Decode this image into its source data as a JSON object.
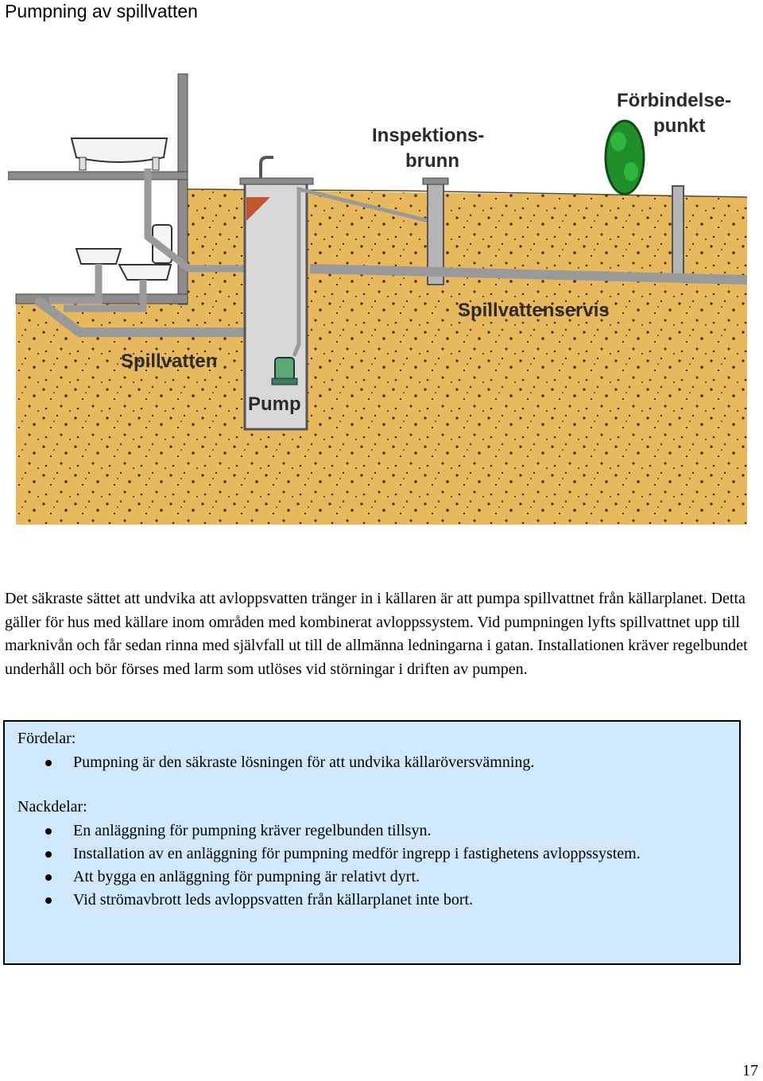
{
  "page_title": "Pumpning av spillvatten",
  "figure": {
    "labels": {
      "inspection_line1": "Inspektions-",
      "inspection_line2": "brunn",
      "connection_line1": "Förbindelse-",
      "connection_line2": "punkt",
      "service": "Spillvattenservis",
      "wastewater": "Spillvatten",
      "pump": "Pump"
    },
    "colors": {
      "soil": "#e8b85c",
      "pipe": "#9a9a9a",
      "wall": "#8c8c8c",
      "shrub": "#1f8f2a",
      "pump": "#5aa874"
    }
  },
  "paragraph": "Det säkraste sättet att undvika att avloppsvatten tränger in i källaren är att pumpa spillvattnet från källarplanet. Detta gäller för hus med källare inom områden med kombinerat avloppssystem. Vid pumpningen lyfts spillvattnet upp till marknivån och får sedan rinna med självfall ut till de allmänna ledningarna i gatan. Installationen kräver regelbundet underhåll och bör förses med larm som utlöses vid störningar i driften av pumpen.",
  "box": {
    "advantages_heading": "Fördelar:",
    "advantages": [
      "Pumpning är den säkraste lösningen för att undvika källaröversvämning."
    ],
    "disadvantages_heading": "Nackdelar:",
    "disadvantages": [
      "En anläggning för pumpning kräver regelbunden tillsyn.",
      "Installation av en anläggning för pumpning medför ingrepp i fastighetens avloppssystem.",
      "Att bygga en anläggning för pumpning är relativt dyrt.",
      "Vid strömavbrott leds avloppsvatten från källarplanet inte bort."
    ]
  },
  "page_number": "17"
}
